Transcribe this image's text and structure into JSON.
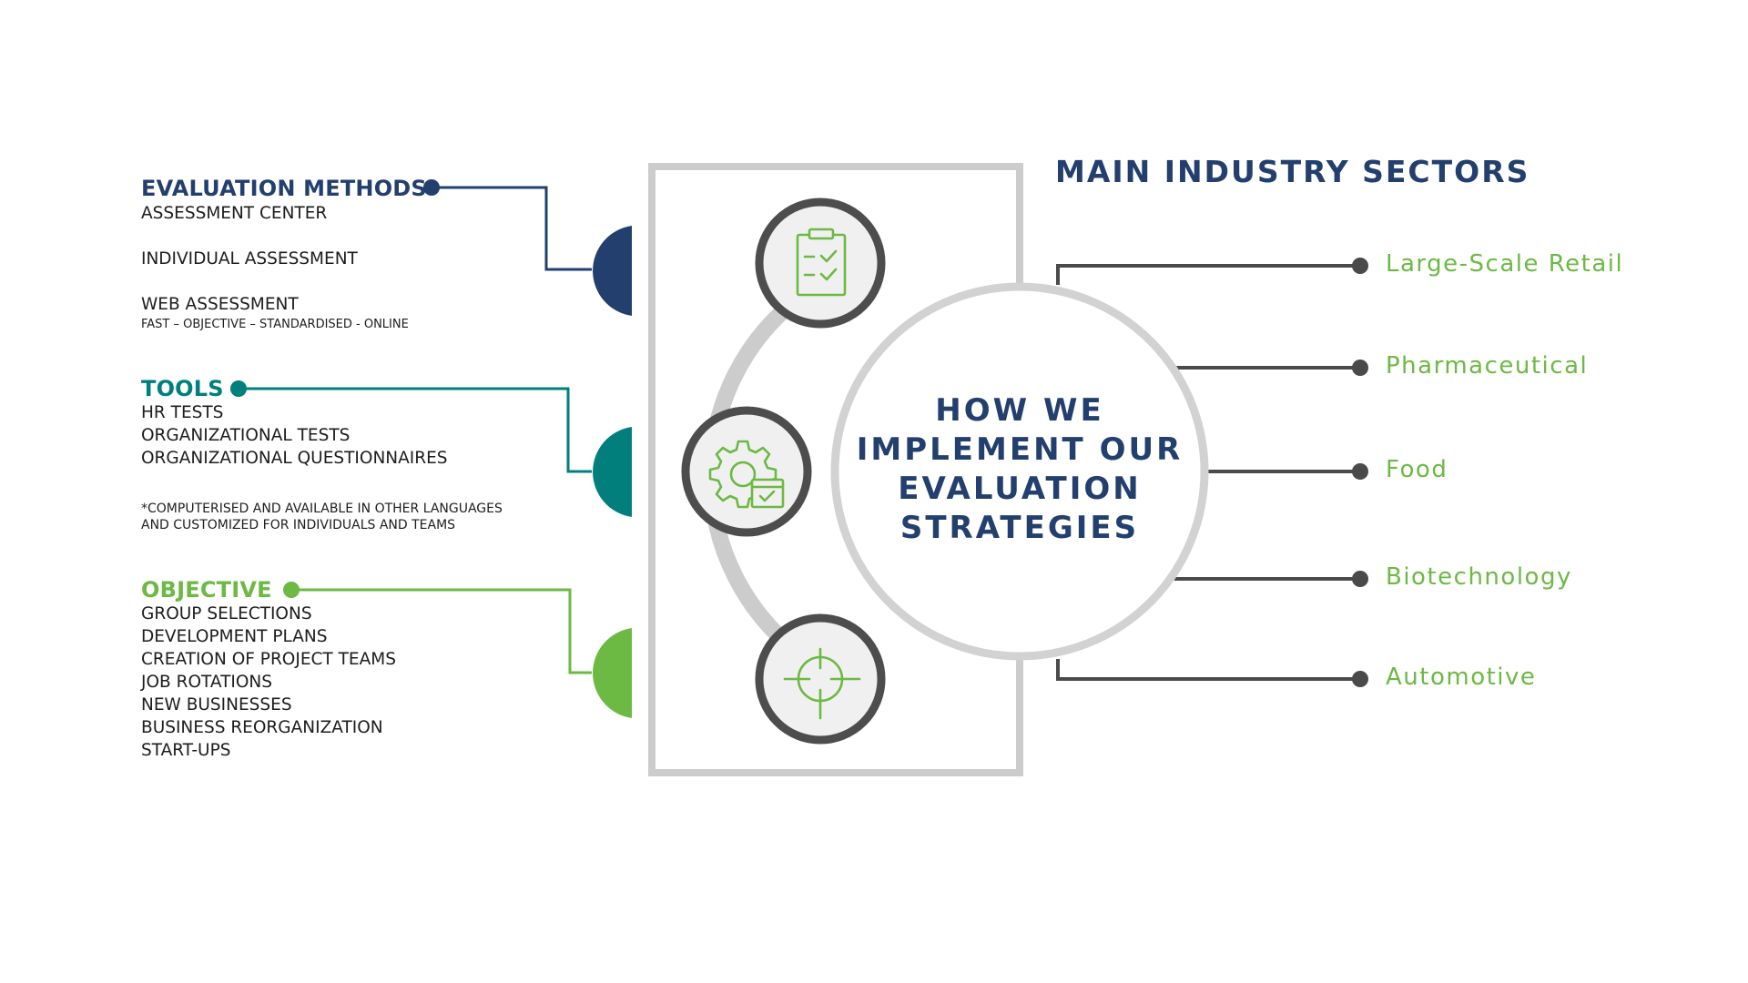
{
  "colors": {
    "navy": "#233f6e",
    "teal": "#007f7d",
    "green": "#6cb943",
    "gray_frame": "#cccccc",
    "dark_line": "#4a4a4a"
  },
  "center": {
    "title": "HOW WE IMPLEMENT OUR EVALUATION STRATEGIES",
    "icons": [
      "clipboard-check-icon",
      "gear-settings-icon",
      "target-crosshair-icon"
    ]
  },
  "left_sections": [
    {
      "title": "EVALUATION METHODS",
      "color": "#233f6e",
      "items": [
        "ASSESSMENT CENTER",
        "INDIVIDUAL ASSESSMENT",
        "WEB ASSESSMENT"
      ],
      "note": "FAST – OBJECTIVE – STANDARDISED - ONLINE"
    },
    {
      "title": "TOOLS",
      "color": "#007f7d",
      "items": [
        "HR TESTS",
        "ORGANIZATIONAL TESTS",
        "ORGANIZATIONAL QUESTIONNAIRES"
      ],
      "note_lines": [
        "*COMPUTERISED AND AVAILABLE IN OTHER LANGUAGES",
        "AND CUSTOMIZED FOR INDIVIDUALS AND TEAMS"
      ]
    },
    {
      "title": "OBJECTIVE",
      "color": "#6cb943",
      "items": [
        "GROUP SELECTIONS",
        "DEVELOPMENT PLANS",
        "CREATION OF PROJECT TEAMS",
        "JOB ROTATIONS",
        "NEW BUSINESSES",
        "BUSINESS REORGANIZATION",
        "START-UPS"
      ]
    }
  ],
  "right": {
    "title": "MAIN INDUSTRY SECTORS",
    "sectors": [
      "Large-Scale Retail",
      "Pharmaceutical",
      "Food",
      "Biotechnology",
      "Automotive"
    ]
  }
}
